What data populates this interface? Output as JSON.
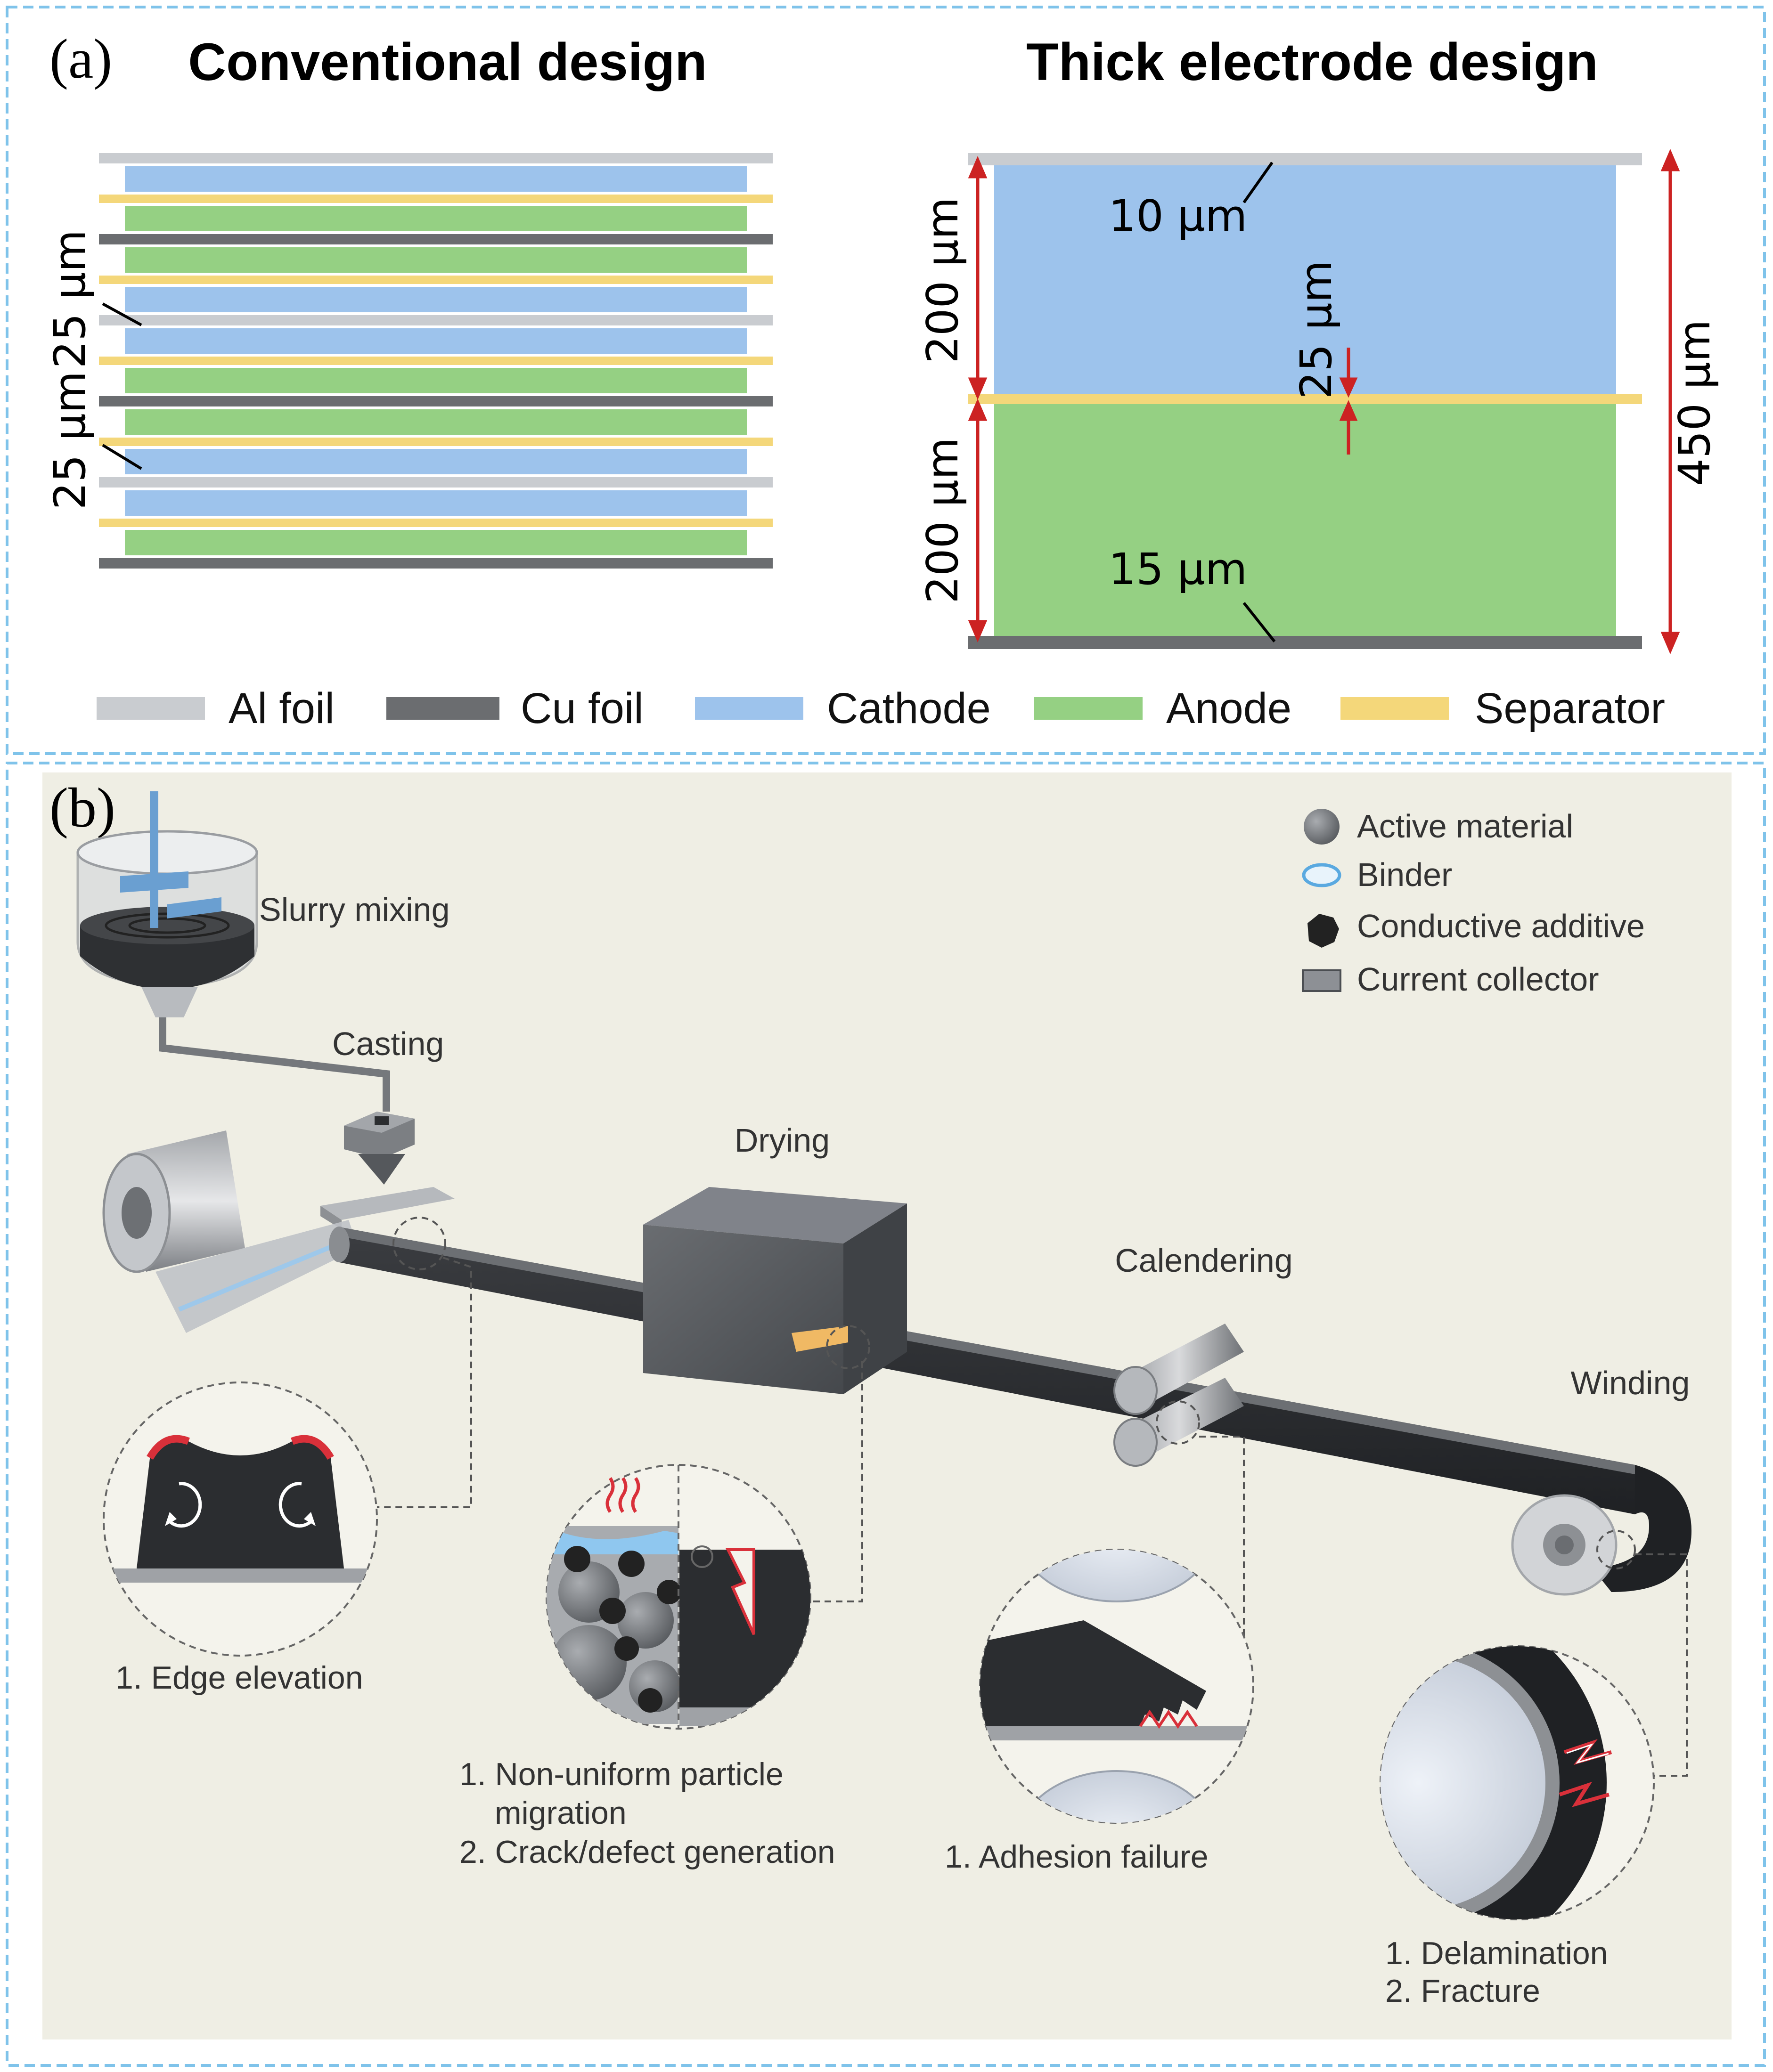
{
  "panel_a": {
    "label": "(a)",
    "conventional": {
      "title": "Conventional design",
      "dim_top": "25 µm",
      "dim_bottom": "25 µm"
    },
    "thick": {
      "title": "Thick electrode design",
      "al_thickness": "10 µm",
      "cathode_height": "200 µm",
      "separator": "25 µm",
      "total": "450 µm",
      "anode_height": "200 µm",
      "cu_thickness": "15 µm"
    },
    "legend": [
      "Al foil",
      "Cu foil",
      "Cathode",
      "Anode",
      "Separator"
    ],
    "colors": {
      "al_foil": "#c9ccd0",
      "cu_foil": "#6b6d70",
      "cathode": "#9dc3ec",
      "anode": "#95d083",
      "separator": "#f4d77a",
      "arrow": "#cc2222",
      "frame": "#7fc3ea"
    }
  },
  "panel_b": {
    "label": "(b)",
    "steps": {
      "slurry": "Slurry mixing",
      "casting": "Casting",
      "drying": "Drying",
      "calendering": "Calendering",
      "winding": "Winding"
    },
    "legend": [
      "Active material",
      "Binder",
      "Conductive additive",
      "Current collector"
    ],
    "defects": {
      "casting": [
        "1. Edge elevation"
      ],
      "drying": [
        "1. Non-uniform particle",
        "migration",
        "2. Crack/defect generation"
      ],
      "calendering": [
        "1. Adhesion failure"
      ],
      "winding": [
        "1. Delamination",
        "2. Fracture"
      ]
    },
    "colors": {
      "background": "#efeee4",
      "electrode": "#2b2d30",
      "box": "#55585c",
      "binder": "#8fc7ef",
      "crack": "#d9303a"
    }
  }
}
